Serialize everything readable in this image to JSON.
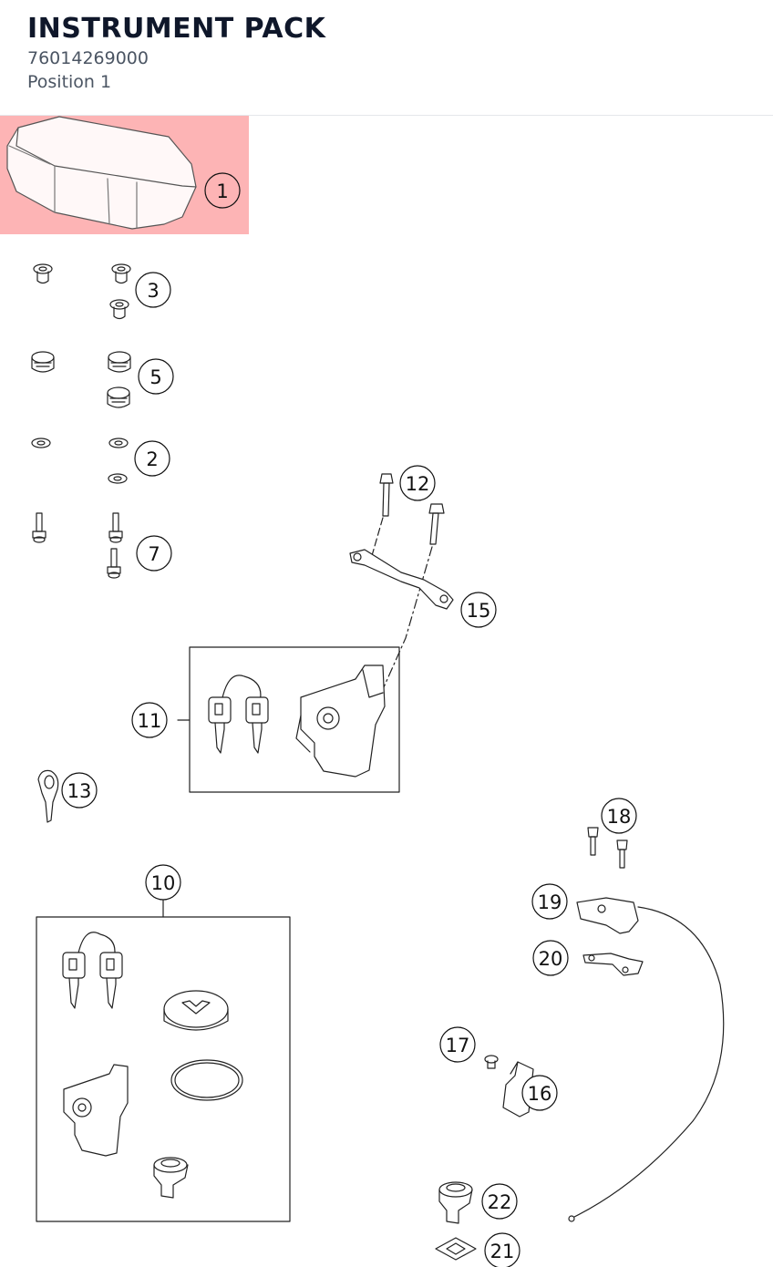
{
  "header": {
    "title": "INSTRUMENT PACK",
    "part_number": "76014269000",
    "position": "Position 1"
  },
  "colors": {
    "highlight": "#fdb4b5",
    "line": "#222222",
    "part_fill": "#ffffff"
  },
  "callouts": [
    {
      "id": "1",
      "label": "1"
    },
    {
      "id": "3",
      "label": "3"
    },
    {
      "id": "5",
      "label": "5"
    },
    {
      "id": "2",
      "label": "2"
    },
    {
      "id": "7",
      "label": "7"
    },
    {
      "id": "12",
      "label": "12"
    },
    {
      "id": "15",
      "label": "15"
    },
    {
      "id": "11",
      "label": "11"
    },
    {
      "id": "13",
      "label": "13"
    },
    {
      "id": "18",
      "label": "18"
    },
    {
      "id": "10",
      "label": "10"
    },
    {
      "id": "19",
      "label": "19"
    },
    {
      "id": "20",
      "label": "20"
    },
    {
      "id": "17",
      "label": "17"
    },
    {
      "id": "16",
      "label": "16"
    },
    {
      "id": "22",
      "label": "22"
    },
    {
      "id": "21",
      "label": "21"
    }
  ]
}
